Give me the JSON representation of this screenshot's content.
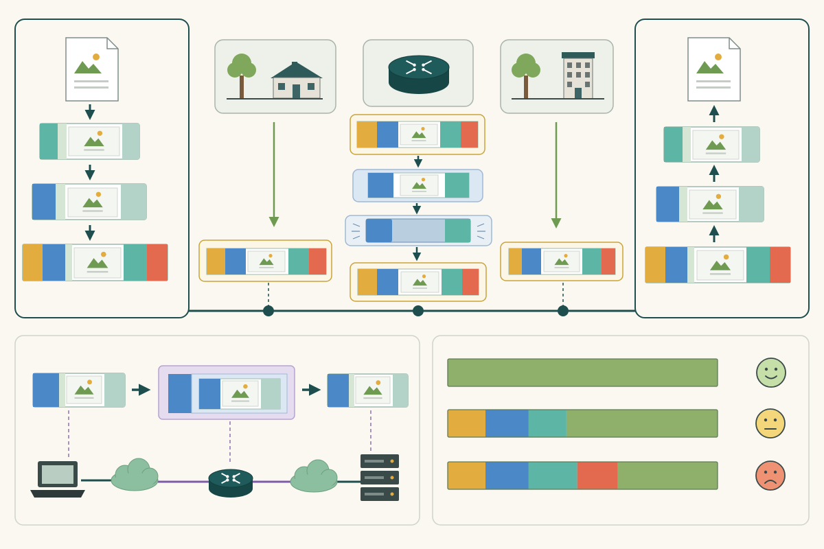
{
  "palette": {
    "background": "#faf8f1",
    "ink": "#1f4e4f",
    "panel_border": "#cfd3cc",
    "orange": "#e3ac3f",
    "blue": "#4a88c8",
    "teal": "#5cb5a5",
    "red": "#e46a4f",
    "green": "#8fb06b",
    "olive_arrow": "#6f9a52",
    "payload_pale_teal": "#b3d3c8",
    "payload_pale_green": "#d6e6d4",
    "frame_gold": "#c9a33a",
    "purple": "#7d5ba6",
    "purple_fill": "#e5dcef",
    "pale_blue_fill": "#dbe8f4"
  },
  "icons": [
    "document-image-icon",
    "tree-icon",
    "house-icon",
    "office-building-icon",
    "router-icon",
    "laptop-icon",
    "cloud-icon",
    "server-icon",
    "smiley-happy-icon",
    "smiley-neutral-icon",
    "smiley-sad-icon"
  ],
  "overhead_bars": {
    "good": {
      "mood": "happy",
      "segments": [
        {
          "color": "green",
          "share": 1.0
        }
      ]
    },
    "neutral": {
      "mood": "neutral",
      "segments": [
        {
          "color": "orange",
          "share": 0.14
        },
        {
          "color": "blue",
          "share": 0.16
        },
        {
          "color": "teal",
          "share": 0.14
        },
        {
          "color": "green",
          "share": 0.56
        }
      ]
    },
    "bad": {
      "mood": "sad",
      "segments": [
        {
          "color": "orange",
          "share": 0.14
        },
        {
          "color": "blue",
          "share": 0.16
        },
        {
          "color": "teal",
          "share": 0.18
        },
        {
          "color": "red",
          "share": 0.15
        },
        {
          "color": "green",
          "share": 0.37
        }
      ]
    }
  }
}
